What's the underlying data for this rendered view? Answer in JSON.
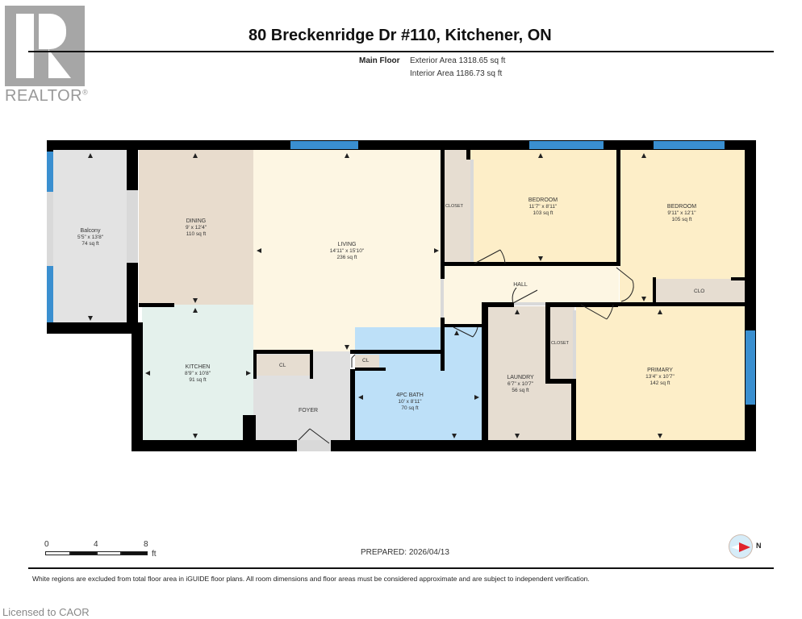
{
  "logo": {
    "brand": "REALTOR",
    "registered_mark": "®"
  },
  "header": {
    "title": "80 Breckenridge Dr #110, Kitchener, ON",
    "floor_label": "Main Floor",
    "exterior_area": "Exterior Area 1318.65 sq ft",
    "interior_area": "Interior Area 1186.73 sq ft"
  },
  "colors": {
    "wall": "#000000",
    "window": "#3a8fd0",
    "balcony": "#e3e3e3",
    "dining": "#e8dccd",
    "living": "#fdf6e3",
    "kitchen": "#e4f1ec",
    "foyer": "#e0e0e0",
    "bath": "#bde0f8",
    "laundry": "#e6ddd1",
    "bedroom": "#fdeec8",
    "closet": "#e6ddd1",
    "hall": "#fdf6e3"
  },
  "rooms": {
    "balcony": {
      "name": "Balcony",
      "dims": "5'5\" x 13'8\"",
      "area": "74 sq ft"
    },
    "dining": {
      "name": "DINING",
      "dims": "9' x 12'4\"",
      "area": "110 sq ft"
    },
    "living": {
      "name": "LIVING",
      "dims": "14'11\" x 15'10\"",
      "area": "236 sq ft"
    },
    "kitchen": {
      "name": "KITCHEN",
      "dims": "8'9\" x 10'8\"",
      "area": "91 sq ft"
    },
    "foyer": {
      "name": "FOYER"
    },
    "bath": {
      "name": "4PC BATH",
      "dims": "10' x 8'11\"",
      "area": "70 sq ft"
    },
    "bedroom1": {
      "name": "BEDROOM",
      "dims": "11'7\" x 8'11\"",
      "area": "103 sq ft"
    },
    "bedroom2": {
      "name": "BEDROOM",
      "dims": "9'11\" x 12'1\"",
      "area": "105 sq ft"
    },
    "hall": {
      "name": "HALL"
    },
    "laundry": {
      "name": "LAUNDRY",
      "dims": "6'7\" x 10'7\"",
      "area": "56 sq ft"
    },
    "primary": {
      "name": "PRIMARY",
      "dims": "13'4\" x 10'7\"",
      "area": "142 sq ft"
    },
    "closet_bed1": {
      "name": "CLOSET"
    },
    "closet_primary": {
      "name": "CLOSET"
    },
    "clo_bed2": {
      "name": "CLO"
    },
    "cl_foyer": {
      "name": "CL"
    },
    "cl_bath": {
      "name": "CL"
    }
  },
  "scale": {
    "ticks": [
      "0",
      "4",
      "8"
    ],
    "unit": "ft"
  },
  "footer": {
    "prepared": "PREPARED: 2026/04/13",
    "compass_label": "N",
    "disclaimer": "White regions are excluded from total floor area in iGUIDE floor plans. All room dimensions and floor areas must be considered approximate and are subject to independent verification.",
    "licensed": "Licensed to CAOR"
  }
}
